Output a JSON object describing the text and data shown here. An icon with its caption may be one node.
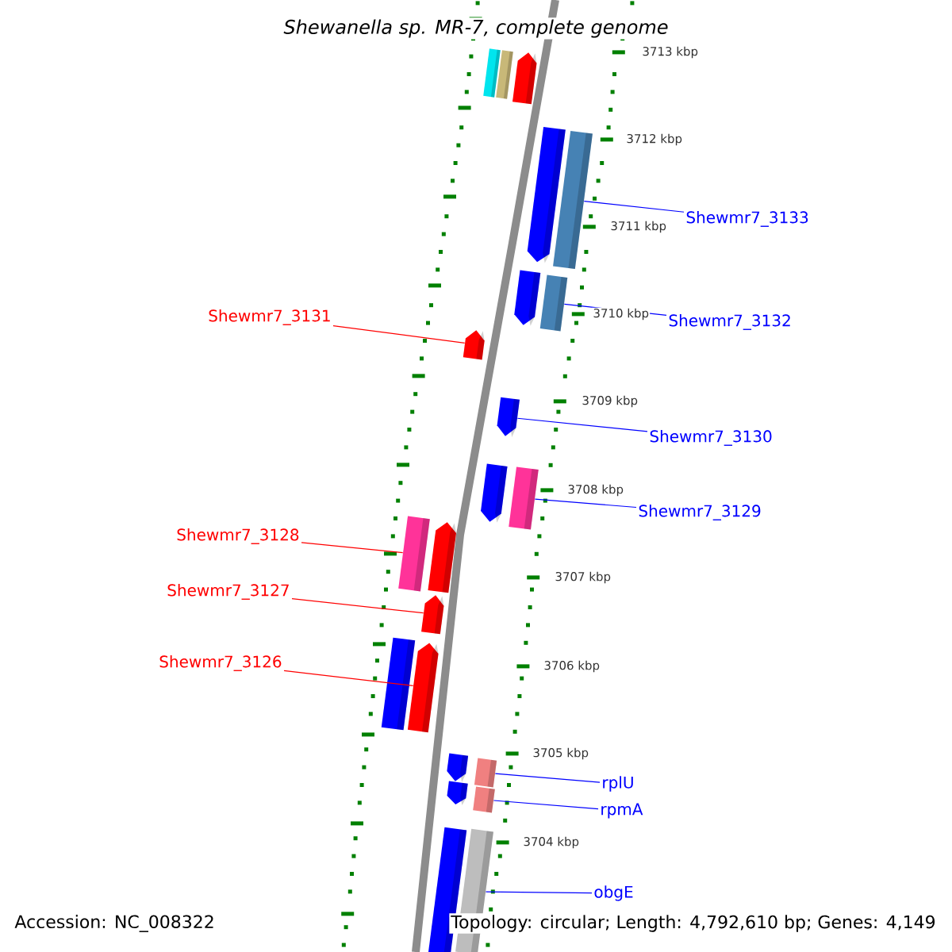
{
  "diagram": {
    "title": "Shewanella sp. MR-7, complete genome",
    "nodes": [
      {
        "text": [],
        "shape": "box"
      },
      {
        "text": [],
        "shape": "box"
      },
      {
        "text": [],
        "shape": "box"
      },
      {
        "text": [],
        "shape": "box"
      },
      {
        "text": [],
        "shape": "box"
      },
      {
        "text": [],
        "shape": "box"
      },
      {
        "text": [],
        "shape": "box"
      },
      {
        "text": [],
        "shape": "box"
      },
      {
        "text": [],
        "shape": "box"
      },
      {
        "text": [],
        "shape": "box"
      },
      {
        "text": [],
        "shape": "box"
      },
      {
        "text": [],
        "shape": "box"
      },
      {
        "text": [],
        "shape": "box"
      },
      {
        "text": [],
        "shape": "box"
      },
      {
        "text": [],
        "shape": "box"
      },
      {
        "text": [],
        "shape": "box"
      },
      {
        "text": [],
        "shape": "box"
      },
      {
        "text": [],
        "shape": "box"
      },
      {
        "text": [],
        "shape": "box"
      },
      {
        "text": [],
        "shape": "box"
      },
      {
        "text": [],
        "shape": "box"
      },
      {
        "text": [],
        "shape": "box"
      },
      {
        "text": [
          "Shewmr7_3133"
        ]
      },
      {
        "text": [
          "Shewmr7_3132"
        ]
      },
      {
        "text": [
          "Shewmr7_3131"
        ]
      },
      {
        "text": [
          "Shewmr7_3130"
        ]
      },
      {
        "text": [
          "Shewmr7_3129"
        ]
      },
      {
        "text": [
          "Shewmr7_3128"
        ]
      },
      {
        "text": [
          "Shewmr7_3127"
        ]
      },
      {
        "text": [
          "Shewmr7_3126"
        ]
      },
      {
        "text": [
          "rplU"
        ]
      },
      {
        "text": [
          "rpmA"
        ]
      },
      {
        "text": [
          "obgE"
        ]
      }
    ],
    "edges": [
      {
        "from": 22,
        "to": 4,
        "arrow": "none"
      },
      {
        "from": 23,
        "to": 6,
        "arrow": "none"
      },
      {
        "from": 24,
        "to": 7,
        "arrow": "none",
        "color": "#ff0000"
      },
      {
        "from": 25,
        "to": 8,
        "arrow": "none"
      },
      {
        "from": 26,
        "to": 10,
        "arrow": "none"
      },
      {
        "from": 27,
        "to": 11,
        "arrow": "none",
        "color": "#ff0000"
      },
      {
        "from": 28,
        "to": 13,
        "arrow": "none",
        "color": "#ff0000"
      },
      {
        "from": 29,
        "to": 15,
        "arrow": "none",
        "color": "#ff0000"
      },
      {
        "from": 30,
        "to": 18,
        "arrow": "none"
      },
      {
        "from": 31,
        "to": 19,
        "arrow": "none"
      },
      {
        "from": 32,
        "to": 21,
        "arrow": "none"
      }
    ],
    "labels": [
      "3713 kbp",
      "3712 kbp",
      "3711 kbp",
      "3710 kbp",
      "3709 kbp",
      "3708 kbp",
      "3707 kbp",
      "3706 kbp",
      "3705 kbp",
      "3704 kbp",
      "Accession: NC_008322",
      "Topology: circular; Length: 4,792,610 bp; Genes: 4,149"
    ]
  }
}
